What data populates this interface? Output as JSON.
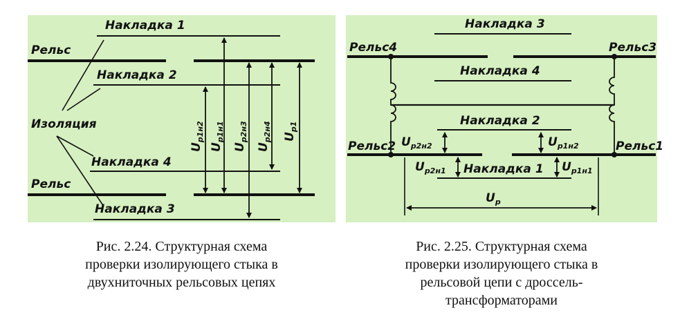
{
  "fig1": {
    "labels": {
      "overlay1": "Накладка 1",
      "rail_top": "Рельс",
      "overlay2": "Накладка 2",
      "isolation": "Изоляция",
      "overlay4": "Накладка 4",
      "rail_bottom": "Рельс",
      "overlay3": "Накладка 3"
    },
    "voltages": [
      {
        "main": "U",
        "sub": "р1н2"
      },
      {
        "main": "U",
        "sub": "р1н1"
      },
      {
        "main": "U",
        "sub": "р2н3"
      },
      {
        "main": "U",
        "sub": "р2н4"
      },
      {
        "main": "U",
        "sub": "р1"
      }
    ],
    "caption_lines": [
      "Рис. 2.24. Структурная схема",
      "проверки изолирующего стыка в",
      "двухниточных рельсовых цепях"
    ]
  },
  "fig2": {
    "labels": {
      "overlay3": "Накладка 3",
      "rail4": "Рельс4",
      "rail3": "Рельс3",
      "overlay4": "Накладка 4",
      "overlay2": "Накладка 2",
      "rail2": "Рельс2",
      "rail1": "Рельс1",
      "overlay1": "Накладка 1"
    },
    "voltages": {
      "u2n2": {
        "main": "U",
        "sub": "р2н2"
      },
      "u1n2": {
        "main": "U",
        "sub": "р1н2"
      },
      "u2n1": {
        "main": "U",
        "sub": "р2н1"
      },
      "u1n1": {
        "main": "U",
        "sub": "р1н1"
      },
      "up": {
        "main": "U",
        "sub": "р"
      }
    },
    "caption_lines": [
      "Рис. 2.25. Структурная схема",
      "проверки изолирующего стыка в",
      "рельсовой цепи с дроссель-",
      "трансформаторами"
    ]
  },
  "colors": {
    "panel_bg": "#d6f0c1",
    "ink": "#111111"
  }
}
